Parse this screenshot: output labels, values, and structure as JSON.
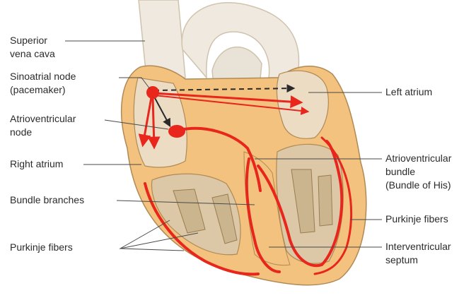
{
  "labels": {
    "superior_vena_cava": "Superior\nvena cava",
    "sinoatrial_node": "Sinoatrial node\n(pacemaker)",
    "atrioventricular_node": "Atrioventricular\nnode",
    "right_atrium": "Right atrium",
    "bundle_branches": "Bundle branches",
    "purkinje_fibers_left": "Purkinje fibers",
    "left_atrium": "Left atrium",
    "atrioventricular_bundle": "Atrioventricular\nbundle\n(Bundle of His)",
    "purkinje_fibers_right": "Purkinje fibers",
    "interventricular_septum": "Interventricular\nseptum"
  },
  "colors": {
    "conduction": "#e8261c",
    "myocardium": "#f2c27e",
    "chamber": "#ecdcc4",
    "vessel": "#efe9df",
    "outline": "#b08a55",
    "leader": "#4a4a4a"
  }
}
